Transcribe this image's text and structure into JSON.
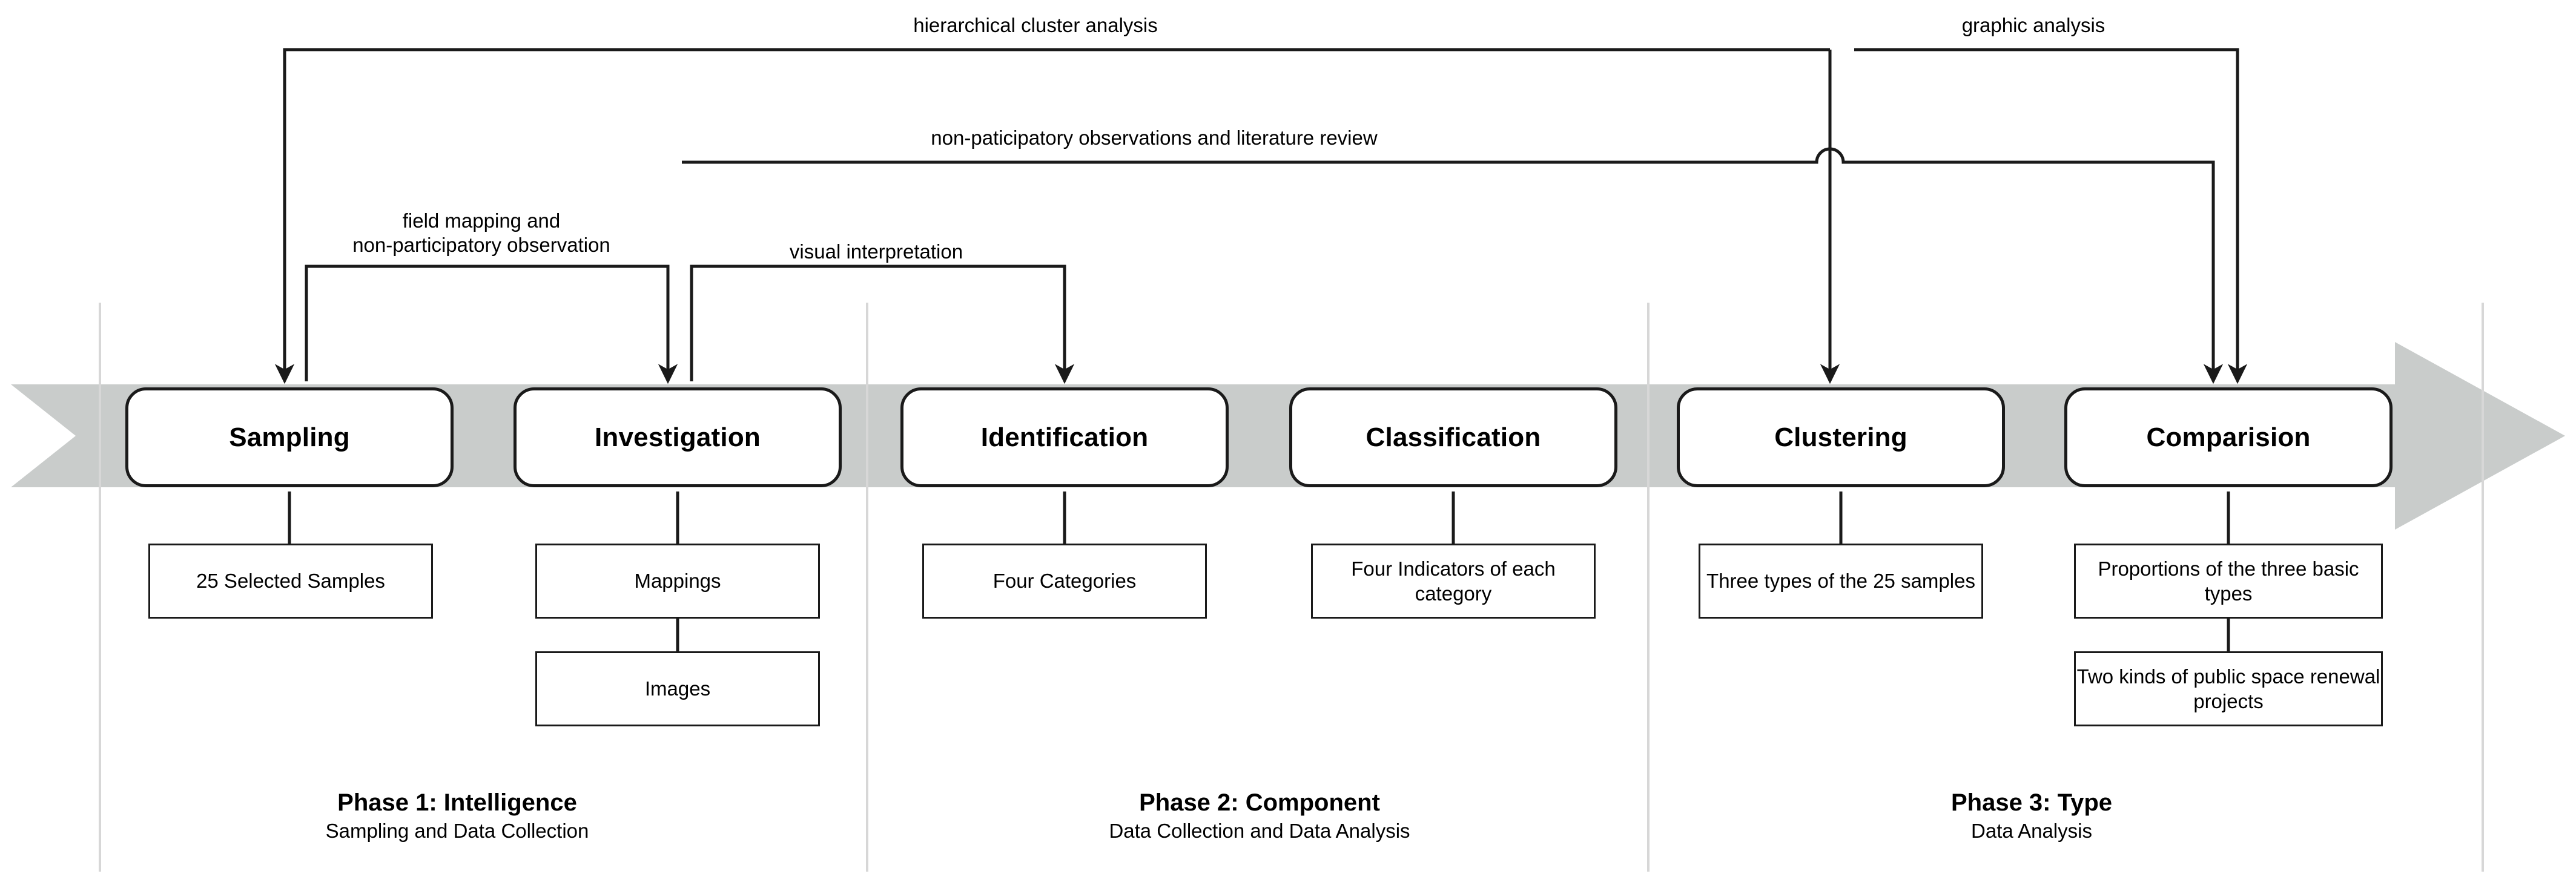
{
  "diagram": {
    "title": "Research methodology phase flow",
    "band_color": "#c9cccb",
    "line_color": "#1a1a1a",
    "divider_color": "#d7d7d7"
  },
  "nodes": [
    {
      "id": "sampling",
      "label": "Sampling"
    },
    {
      "id": "investigation",
      "label": "Investigation"
    },
    {
      "id": "identification",
      "label": "Identification"
    },
    {
      "id": "classification",
      "label": "Classification"
    },
    {
      "id": "clustering",
      "label": "Clustering"
    },
    {
      "id": "comparision",
      "label": "Comparision"
    }
  ],
  "outputs": [
    {
      "id": "out-samples",
      "label": "25 Selected Samples"
    },
    {
      "id": "out-mappings",
      "label": "Mappings"
    },
    {
      "id": "out-images",
      "label": "Images"
    },
    {
      "id": "out-categories",
      "label": "Four Categories"
    },
    {
      "id": "out-indicators",
      "label": "Four Indicators of\neach category"
    },
    {
      "id": "out-threetypes",
      "label": "Three types of\nthe 25 samples"
    },
    {
      "id": "out-proportions",
      "label": "Proportions of\nthe three basic types"
    },
    {
      "id": "out-twokinds",
      "label": "Two kinds of public\nspace renewal projects"
    }
  ],
  "edge_labels": [
    {
      "id": "edge-hca",
      "label": "hierarchical cluster analysis"
    },
    {
      "id": "edge-graphic",
      "label": "graphic analysis"
    },
    {
      "id": "edge-nonpart",
      "label": "non-paticipatory observations and literature review"
    },
    {
      "id": "edge-field",
      "label": "field mapping and\nnon-participatory observation"
    },
    {
      "id": "edge-visual",
      "label": "visual interpretation"
    }
  ],
  "phases": [
    {
      "id": "phase-1",
      "title": "Phase 1: Intelligence",
      "subtitle": "Sampling and Data Collection"
    },
    {
      "id": "phase-2",
      "title": "Phase 2: Component",
      "subtitle": "Data Collection and Data Analysis"
    },
    {
      "id": "phase-3",
      "title": "Phase 3: Type",
      "subtitle": "Data Analysis"
    }
  ]
}
